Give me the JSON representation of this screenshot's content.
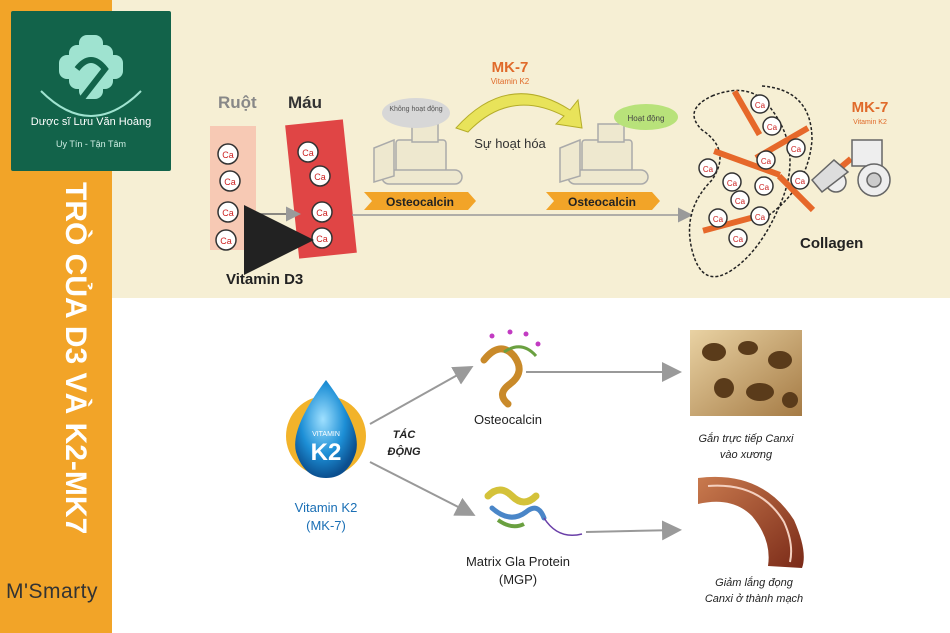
{
  "logo": {
    "line1": "Dược sĩ Lưu Văn Hoàng",
    "line2": "Uy Tín - Tận Tâm"
  },
  "vertical_title": "TRÒ CỦA D3 VÀ K2-MK7",
  "brand": "M'Smarty",
  "top": {
    "ruot": "Ruột",
    "mau": "Máu",
    "ca": "Ca",
    "vitamin_d3": "Vitamin D3",
    "mk7": "MK-7",
    "vitamin_k2": "Vitamin K2",
    "khong_hoat_dong": "Không hoạt động",
    "hoat_dong": "Hoạt động",
    "su_hoat_hoa": "Sự hoạt hóa",
    "osteocalcin": "Osteocalcin",
    "collagen": "Collagen"
  },
  "bottom": {
    "drop_vitamin": "VITAMIN",
    "drop_k2": "K2",
    "vitamin_k2_name": "Vitamin K2",
    "mk7_paren": "(MK-7)",
    "tac": "TÁC",
    "dong": "ĐỘNG",
    "osteocalcin": "Osteocalcin",
    "mgp_line1": "Matrix Gla Protein",
    "mgp_line2": "(MGP)",
    "bone_line1": "Gắn trực tiếp Canxi",
    "bone_line2": "vào xương",
    "vessel_line1": "Giảm lắng đọng",
    "vessel_line2": "Canxi ở thành mạch"
  },
  "colors": {
    "orange": "#f2a428",
    "green": "#12634a",
    "red": "#e23b3b",
    "blue": "#1a6fb5"
  }
}
